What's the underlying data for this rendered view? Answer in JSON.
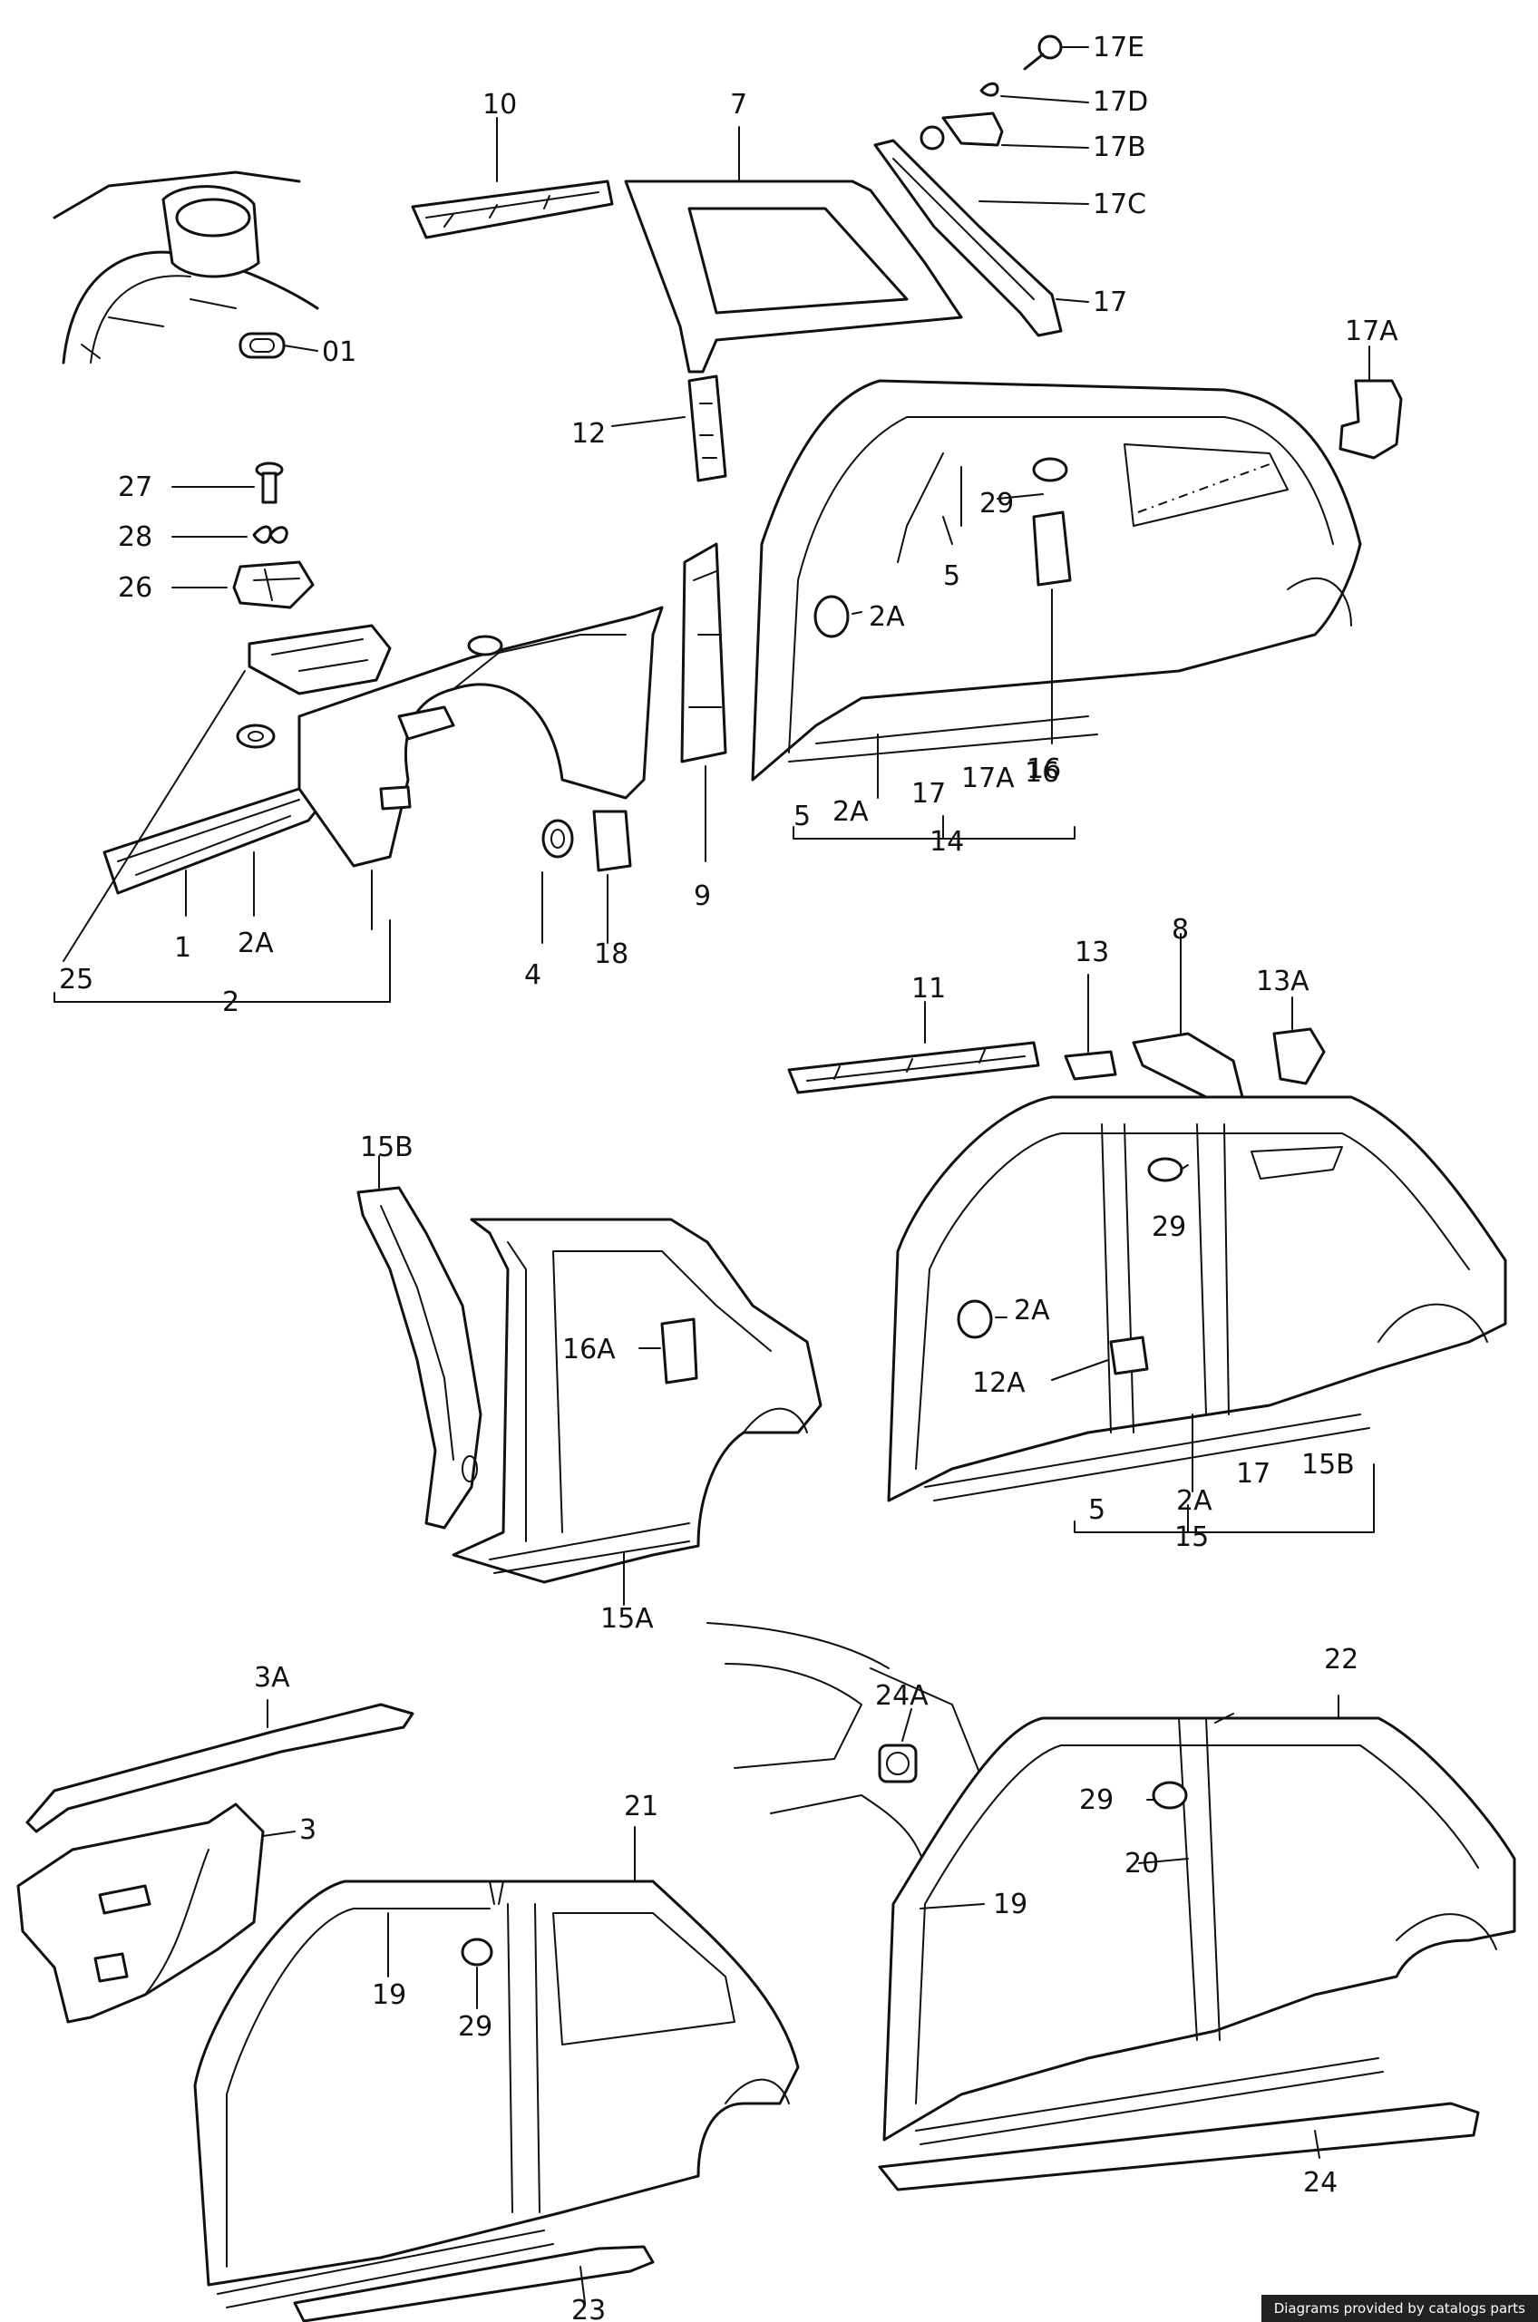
{
  "labels": {
    "l17E": "17E",
    "l17D": "17D",
    "l17B": "17B",
    "l17C": "17C",
    "l17": "17",
    "l17A": "17A",
    "l10": "10",
    "l7": "7",
    "l01": "01",
    "l12": "12",
    "l29a": "29",
    "l27": "27",
    "l28": "28",
    "l26": "26",
    "l5a": "5",
    "l2Aa": "2A",
    "l16": "16",
    "l25": "25",
    "l1": "1",
    "l2Ab": "2A",
    "l2": "2",
    "l4": "4",
    "l18": "18",
    "l9": "9",
    "g14_5": "5",
    "g14_2A": "2A",
    "g14_17": "17",
    "g14_17A": "17A",
    "g14_16": "16",
    "l14": "14",
    "l11": "11",
    "l13": "13",
    "l8": "8",
    "l13A": "13A",
    "l29b": "29",
    "l2Ac": "2A",
    "l12A": "12A",
    "g15_5": "5",
    "g15_2A": "2A",
    "g15_17": "17",
    "g15_15B": "15B",
    "l15": "15",
    "l15B": "15B",
    "l16A": "16A",
    "l15A": "15A",
    "l3A": "3A",
    "l3": "3",
    "l24A": "24A",
    "l21": "21",
    "l19a": "19",
    "l29c": "29",
    "l23": "23",
    "l22": "22",
    "l29d": "29",
    "l20": "20",
    "l19b": "19",
    "l24": "24"
  },
  "footer": "Diagrams provided by catalogs parts"
}
